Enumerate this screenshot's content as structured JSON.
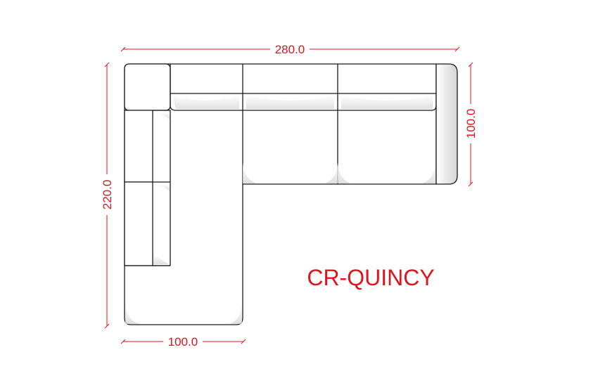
{
  "model_name": "CR-QUINCY",
  "dimensions": {
    "overall_width": "280.0",
    "overall_depth": "220.0",
    "right_depth": "100.0",
    "chaise_width": "100.0"
  },
  "colors": {
    "dimension": "#e0141e",
    "outline": "#1a1a1a",
    "background": "#ffffff"
  }
}
